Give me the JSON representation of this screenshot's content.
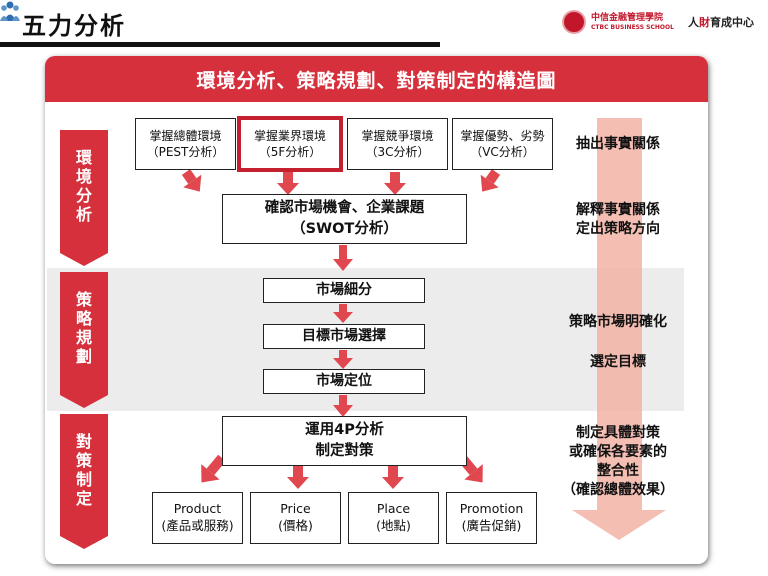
{
  "page": {
    "title": "五力分析"
  },
  "logos": {
    "school_cn": "中信金融管理學院",
    "school_en": "CTBC BUSINESS SCHOOL",
    "center_a": "人",
    "center_b": "財",
    "center_c": "育成中心"
  },
  "diagram": {
    "heading": "環境分析、策略規劃、對策制定的構造圖",
    "sections": {
      "env": "環境分析",
      "plan": "策略規劃",
      "act": "對策制定"
    },
    "top_boxes": [
      {
        "line1": "掌握總體環境",
        "line2": "（PEST分析）"
      },
      {
        "line1": "掌握業界環境",
        "line2": "（5F分析）"
      },
      {
        "line1": "掌握競爭環境",
        "line2": "（3C分析）"
      },
      {
        "line1": "掌握優勢、劣勢",
        "line2": "（VC分析）"
      }
    ],
    "swot": {
      "line1": "確認市場機會、企業課題",
      "line2": "（SWOT分析）"
    },
    "steps": [
      "市場細分",
      "目標市場選擇",
      "市場定位"
    ],
    "fourp": {
      "line1": "運用4P分析",
      "line2": "制定對策"
    },
    "leaves": [
      {
        "line1": "Product",
        "line2": "(產品或服務)"
      },
      {
        "line1": "Price",
        "line2": "(價格)"
      },
      {
        "line1": "Place",
        "line2": "(地點)"
      },
      {
        "line1": "Promotion",
        "line2": "(廣告促銷)"
      }
    ],
    "notes": {
      "facts": "抽出事實關係",
      "interpret1": "解釋事實關係",
      "interpret2": "定出策略方向",
      "clarify": "策略市場明確化",
      "select": "選定目標",
      "act1": "制定具體對策",
      "act2": "或確保各要素的",
      "act3": "整合性",
      "act4": "（確認總體效果）"
    }
  },
  "colors": {
    "accent": "#d6303d",
    "arrow": "#e0474f",
    "section_chevron": "#d6303d",
    "big_arrow": "#f3b3a6"
  }
}
